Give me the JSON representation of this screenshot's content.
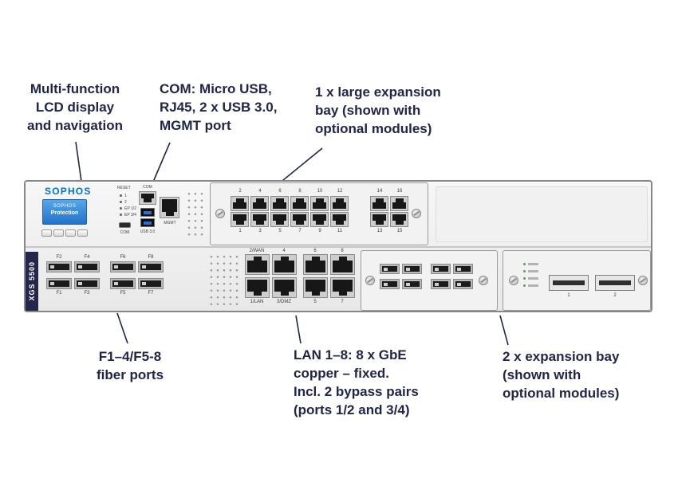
{
  "colors": {
    "brand_blue": "#0072ce",
    "navy_text": "#20254c",
    "lcd_blue": "#2e7fd4"
  },
  "callouts": {
    "lcd": "Multi-function\nLCD display\nand navigation",
    "com": "COM: Micro USB,\nRJ45, 2 x USB 3.0,\nMGMT port",
    "large_bay": "1 x large expansion\nbay (shown with\noptional modules)",
    "fiber": "F1–4/F5-8\nfiber ports",
    "lan": "LAN 1–8: 8 x GbE\ncopper – fixed.\nIncl. 2 bypass pairs\n(ports 1/2 and 3/4)",
    "expansion": "2 x expansion bay\n(shown with\noptional modules)"
  },
  "device": {
    "brand": "SOPHOS",
    "model": "XGS 5500",
    "lcd_line1": "SOPHOS",
    "lcd_line2": "Protection",
    "io": {
      "reset_label": "RESET",
      "led_labels": [
        "1",
        "2",
        "EP 1/2",
        "EP 3/4"
      ],
      "com_port_label": "COM",
      "micro_usb_label": "COM",
      "usb_label": "USB 3.0",
      "mgmt_label": "MGMT"
    },
    "module16_numbers": {
      "top": [
        "2",
        "4",
        "6",
        "8",
        "10",
        "12",
        "14",
        "16"
      ],
      "bottom": [
        "1",
        "3",
        "5",
        "7",
        "9",
        "11",
        "13",
        "15"
      ]
    },
    "fiber_labels": {
      "top": [
        "F2",
        "F4",
        "F6",
        "F8"
      ],
      "bottom": [
        "F1",
        "F3",
        "F5",
        "F7"
      ]
    },
    "lan_labels": {
      "top": [
        "2/WAN",
        "4",
        "6",
        "8"
      ],
      "bottom": [
        "1/LAN",
        "3/DMZ",
        "5",
        "7"
      ]
    },
    "sfp_plus_labels": [
      "1",
      "2"
    ]
  }
}
